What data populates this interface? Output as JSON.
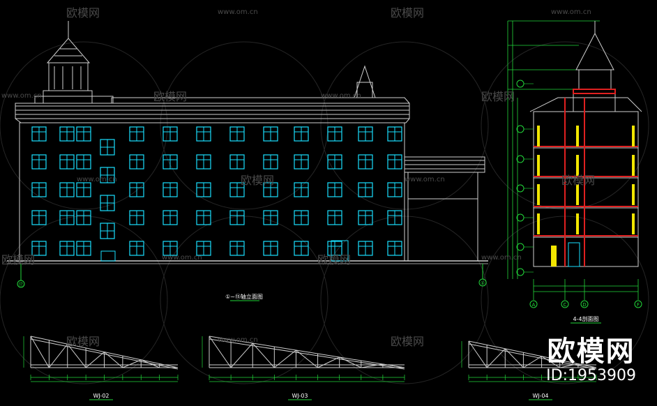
{
  "drawing": {
    "main_elevation_title": "①~⑮轴立面图",
    "section_title": "4-4剖面图",
    "truss_titles": [
      "WJ-02",
      "WJ-03",
      "WJ-04"
    ],
    "axis_labels_elevation": [
      "⑰",
      "①"
    ],
    "axis_labels_section": [
      "A",
      "C",
      "D",
      "F"
    ]
  },
  "watermarks": {
    "site": "www.om.cn",
    "brand": "欧模网"
  },
  "brand_badge": {
    "logo": "欧模网",
    "id": "ID:1953909"
  },
  "colors": {
    "background": "#000000",
    "line_white": "#cfcfcf",
    "window_cyan": "#19e0ff",
    "dimension_green": "#22d83a",
    "column_yellow": "#f2e600",
    "section_red": "#e02020"
  }
}
